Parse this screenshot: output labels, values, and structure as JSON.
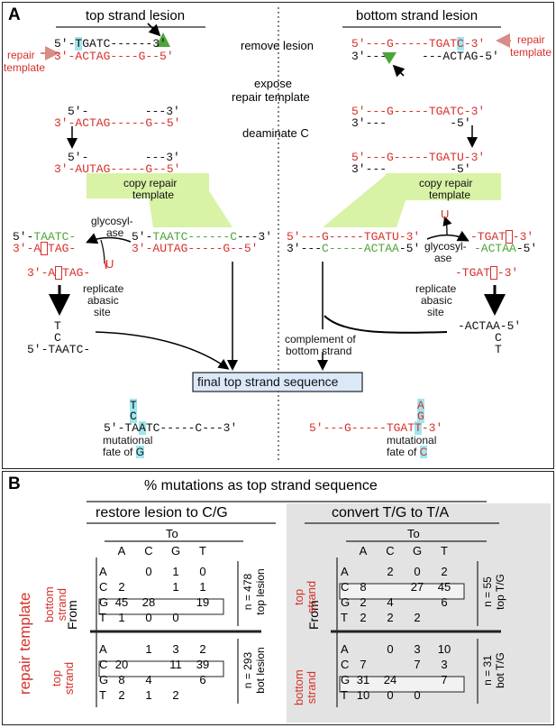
{
  "panel_a": {
    "label": "A",
    "top_header": "top strand lesion",
    "bottom_header": "bottom strand lesion",
    "step_remove": "remove lesion",
    "step_expose_1": "expose",
    "step_expose_2": "repair template",
    "step_deaminate": "deaminate C",
    "repair_template_left_1": "repair",
    "repair_template_left_2": "template",
    "repair_template_right_1": "repair",
    "repair_template_right_2": "template",
    "copy_left_1": "copy repair",
    "copy_left_2": "template",
    "copy_right_1": "copy repair",
    "copy_right_2": "template",
    "glyco_left_1": "glycosyl-",
    "glyco_left_2": "ase",
    "glyco_right_1": "glycosyl-",
    "glyco_right_2": "ase",
    "replicate_left_1": "replicate",
    "replicate_left_2": "abasic",
    "replicate_left_3": "site",
    "replicate_right_1": "replicate",
    "replicate_right_2": "abasic",
    "replicate_right_3": "site",
    "complement_1": "complement of",
    "complement_2": "bottom strand",
    "final_box": "final top strand sequence",
    "fate_left_1": "mutational",
    "fate_left_2": "fate of",
    "fate_left_base": "G",
    "fate_right_1": "mutational",
    "fate_right_2": "fate of",
    "fate_right_base": "C",
    "u_left": "U",
    "u_right": "U"
  },
  "panel_b": {
    "label": "B",
    "title": "% mutations as top strand sequence",
    "left_header": "restore lesion to C/G",
    "right_header": "convert T/G to T/A",
    "to_label": "To",
    "from_label": "From",
    "cols": [
      "A",
      "C",
      "G",
      "T"
    ],
    "rows": [
      "A",
      "C",
      "G",
      "T"
    ],
    "repair_template_label": "repair template",
    "left_top_side": [
      "bottom",
      "strand"
    ],
    "left_bot_side": [
      "top",
      "strand"
    ],
    "right_top_side": [
      "top",
      "strand"
    ],
    "right_bot_side": [
      "bottom",
      "strand"
    ],
    "left_top_n": [
      "n = 478",
      "top lesion"
    ],
    "left_bot_n": [
      "n = 293",
      "bot lesion"
    ],
    "right_top_n": [
      "n = 55",
      "top T/G"
    ],
    "right_bot_n": [
      "n = 31",
      "bot T/G"
    ],
    "left_top_table": [
      [
        "",
        "0",
        "1",
        "0"
      ],
      [
        "2",
        "",
        "1",
        "1"
      ],
      [
        "45",
        "28",
        "",
        "19"
      ],
      [
        "1",
        "0",
        "0",
        ""
      ]
    ],
    "left_bot_table": [
      [
        "",
        "1",
        "3",
        "2"
      ],
      [
        "20",
        "",
        "11",
        "39"
      ],
      [
        "8",
        "4",
        "",
        "6"
      ],
      [
        "2",
        "1",
        "2",
        ""
      ]
    ],
    "right_top_table": [
      [
        "",
        "2",
        "0",
        "2"
      ],
      [
        "8",
        "",
        "27",
        "45"
      ],
      [
        "2",
        "4",
        "",
        "6"
      ],
      [
        "2",
        "2",
        "2",
        ""
      ]
    ],
    "right_bot_table": [
      [
        "",
        "0",
        "3",
        "10"
      ],
      [
        "7",
        "",
        "7",
        "3"
      ],
      [
        "31",
        "24",
        "",
        "7"
      ],
      [
        "10",
        "0",
        "0",
        ""
      ]
    ]
  },
  "colors": {
    "red": "#d6302a",
    "green": "#4ca53a",
    "cyan": "#9fe6ef",
    "lightgreen": "#d8f2a6",
    "box_blue": "#dbe8f8",
    "gray_panel": "#e3e3e3"
  }
}
